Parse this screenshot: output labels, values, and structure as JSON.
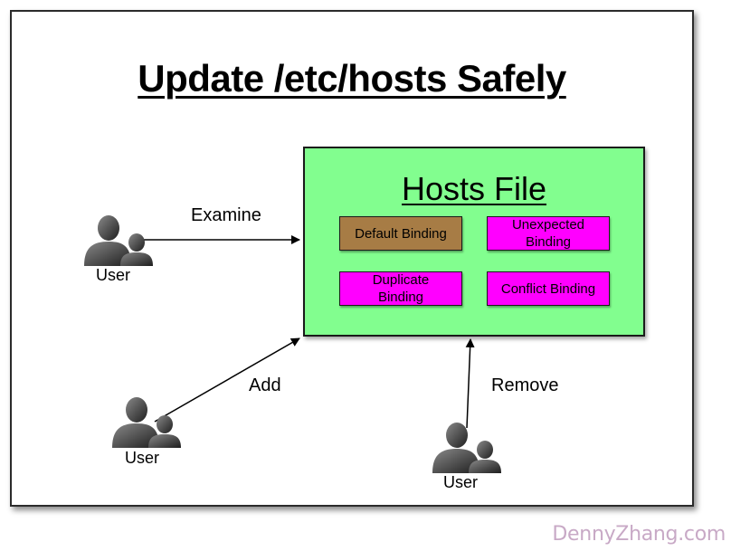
{
  "title": "Update /etc/hosts Safely",
  "hosts_file": {
    "title": "Hosts File",
    "bindings": [
      {
        "label": "Default Binding",
        "color": "#a77c45"
      },
      {
        "label": "Unexpected Binding",
        "color": "#ff00ff"
      },
      {
        "label": "Duplicate Binding",
        "color": "#ff00ff"
      },
      {
        "label": "Conflict Binding",
        "color": "#ff00ff"
      }
    ],
    "fill_color": "#82fe8f"
  },
  "actions": {
    "examine": "Examine",
    "add": "Add",
    "remove": "Remove"
  },
  "users": [
    {
      "label": "User",
      "icon": "users-icon"
    },
    {
      "label": "User",
      "icon": "users-icon"
    },
    {
      "label": "User",
      "icon": "users-icon"
    }
  ],
  "watermark": "DennyZhang.com"
}
